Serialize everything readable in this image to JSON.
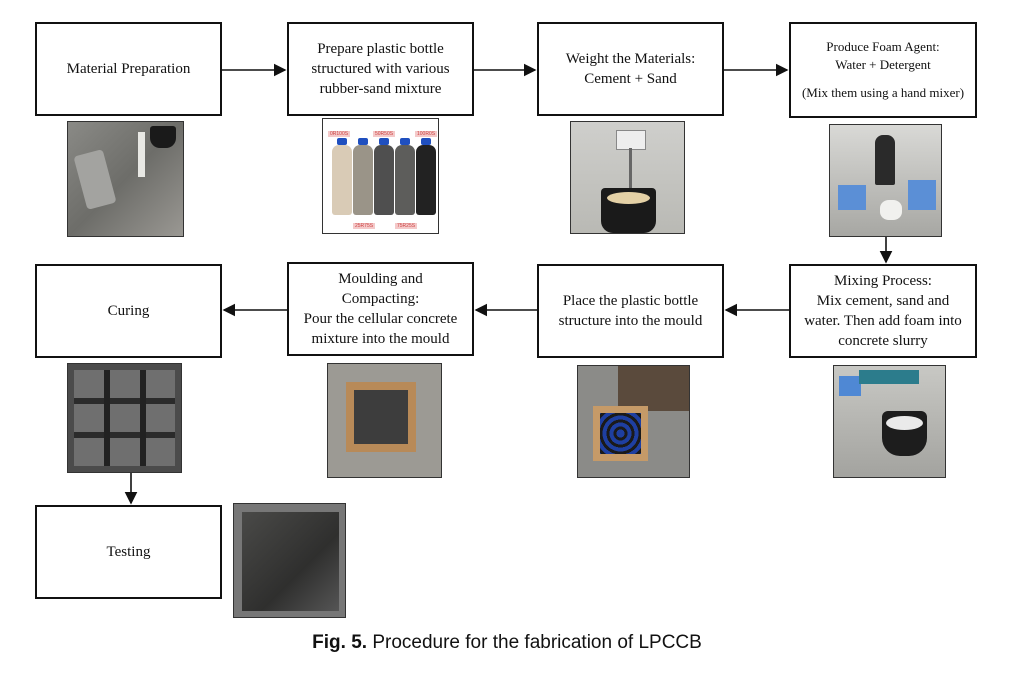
{
  "steps": {
    "material_preparation": {
      "lines": [
        "Material Preparation"
      ]
    },
    "prepare_bottle": {
      "lines": [
        "Prepare plastic bottle",
        "structured with various",
        "rubber-sand mixture"
      ]
    },
    "weight_materials": {
      "lines": [
        "Weight the Materials:",
        "Cement + Sand"
      ]
    },
    "produce_foam": {
      "lines": [
        "Produce Foam Agent:",
        "Water + Detergent",
        "(Mix them using a hand mixer)"
      ]
    },
    "mixing_process": {
      "lines": [
        "Mixing Process:",
        "Mix cement, sand and",
        "water. Then add foam into",
        "concrete slurry"
      ]
    },
    "place_bottle": {
      "lines": [
        "Place the plastic bottle",
        "structure into the mould"
      ]
    },
    "moulding": {
      "lines": [
        "Moulding and",
        "Compacting:",
        "Pour the cellular concrete",
        "mixture into the mould"
      ]
    },
    "curing": {
      "lines": [
        "Curing"
      ]
    },
    "testing": {
      "lines": [
        "Testing"
      ]
    }
  },
  "bottle_labels": [
    "0R100S",
    "25R75S",
    "50R50S",
    "75R25S",
    "100R0S"
  ],
  "caption": {
    "label": "Fig. 5.",
    "text": " Procedure for the fabrication of LPCCB"
  }
}
